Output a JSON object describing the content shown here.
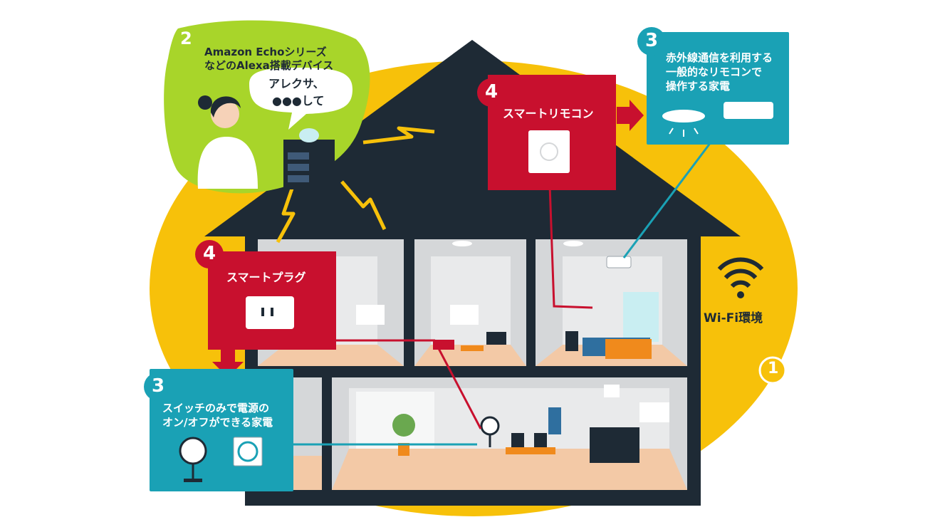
{
  "callouts": {
    "alexa": {
      "number": "2",
      "line1": "Amazon Echoシリーズ",
      "line2": "などのAlexa搭載デバイス",
      "speech_line1": "アレクサ、",
      "speech_line2": "●●●して"
    },
    "ir_appliances": {
      "number": "3",
      "line1": "赤外線通信を利用する",
      "line2": "一般的なリモコンで",
      "line3": "操作する家電"
    },
    "smart_remote": {
      "number": "4",
      "title": "スマートリモコン"
    },
    "smart_plug": {
      "number": "4",
      "title": "スマートプラグ"
    },
    "switch_appliances": {
      "number": "3",
      "line1": "スイッチのみで電源の",
      "line2": "オン/オフができる家電"
    },
    "wifi": {
      "label": "Wi-Fi環境",
      "number": "1"
    }
  },
  "icons": [
    "wifi-icon",
    "smart-speaker-icon",
    "smart-remote-icon",
    "smart-plug-icon",
    "ceiling-light-icon",
    "air-conditioner-icon",
    "fan-icon",
    "ventilation-fan-icon",
    "lightning-icon"
  ],
  "colors": {
    "yellow": "#f7c10a",
    "lime": "#a8d52a",
    "crimson": "#c8102e",
    "teal": "#1aa1b5",
    "navy": "#1e2a35",
    "wall_gray": "#d5d7d9",
    "floor_peach": "#f3c9a6"
  }
}
